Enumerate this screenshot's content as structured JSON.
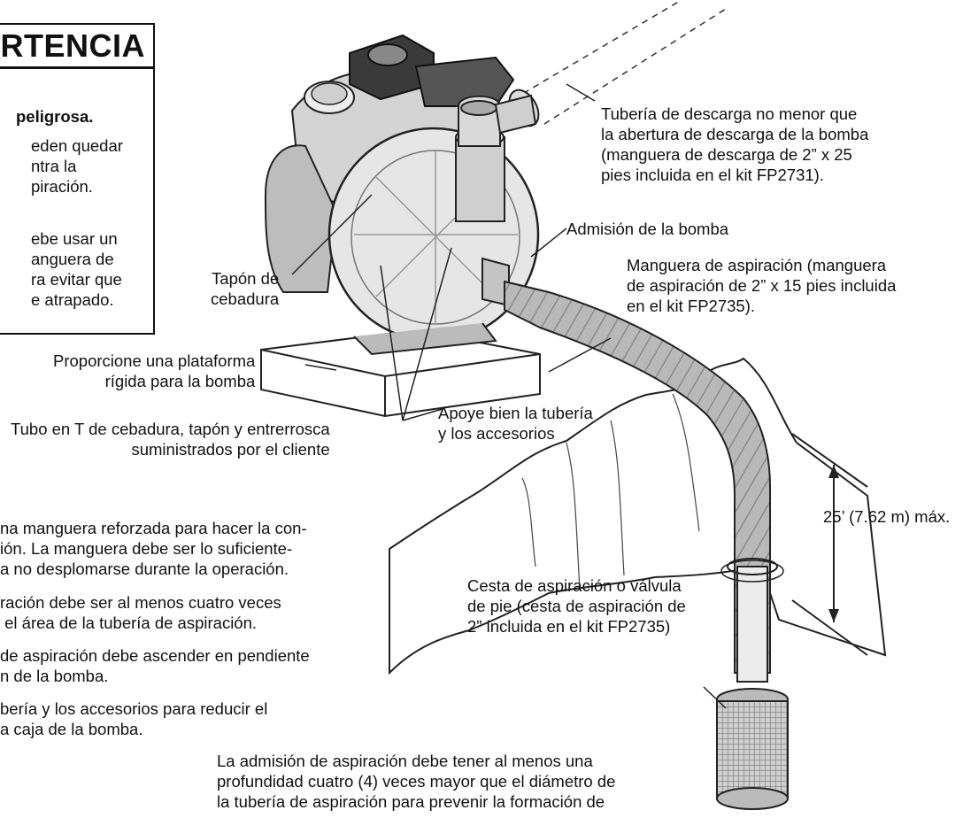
{
  "warning": {
    "title": "RTENCIA",
    "subtitle": "peligrosa.",
    "para1": "eden quedar\nntra la\npiración.",
    "para2": "ebe usar un\nanguera de\nra evitar que\ne atrapado."
  },
  "labels": {
    "discharge": "Tubería de descarga no menor que\nla abertura de descarga de la bomba\n(manguera de descarga de 2” x 25\npies incluida en el kit FP2731).",
    "intake": "Admisión de la bomba",
    "suction_hose": "Manguera de aspiración (manguera\nde aspiración de 2” x 15 pies incluida\nen el kit FP2735).",
    "priming_plug": "Tapón de\ncebadura",
    "platform": "Proporcione una plataforma\nrígida para la bomba",
    "support": "Apoye bien la tubería\ny los accesorios",
    "tee": "Tubo en T de cebadura, tapón y entrerrosca\nsuministrados por el cliente",
    "height": "25’ (7.62 m) máx.",
    "strainer": "Cesta de aspiración o válvula\nde pie (cesta de aspiración de\n2” incluida en el kit FP2735)",
    "depth": "La admisión de aspiración debe tener al menos una\nprofundidad cuatro (4) veces mayor que el diámetro de\nla tubería de aspiración para prevenir la formación de"
  },
  "notes": {
    "n1": "na manguera reforzada para hacer la con-\nión. La manguera debe ser lo suficiente-\na no desplomarse durante la operación.",
    "n2": "ración debe ser al menos cuatro veces\n el área de la tubería de aspiración.",
    "n3": "de aspiración debe ascender en pendiente\nn de la bomba.",
    "n4": "bería y los accesorios para reducir el\na caja de la bomba."
  }
}
